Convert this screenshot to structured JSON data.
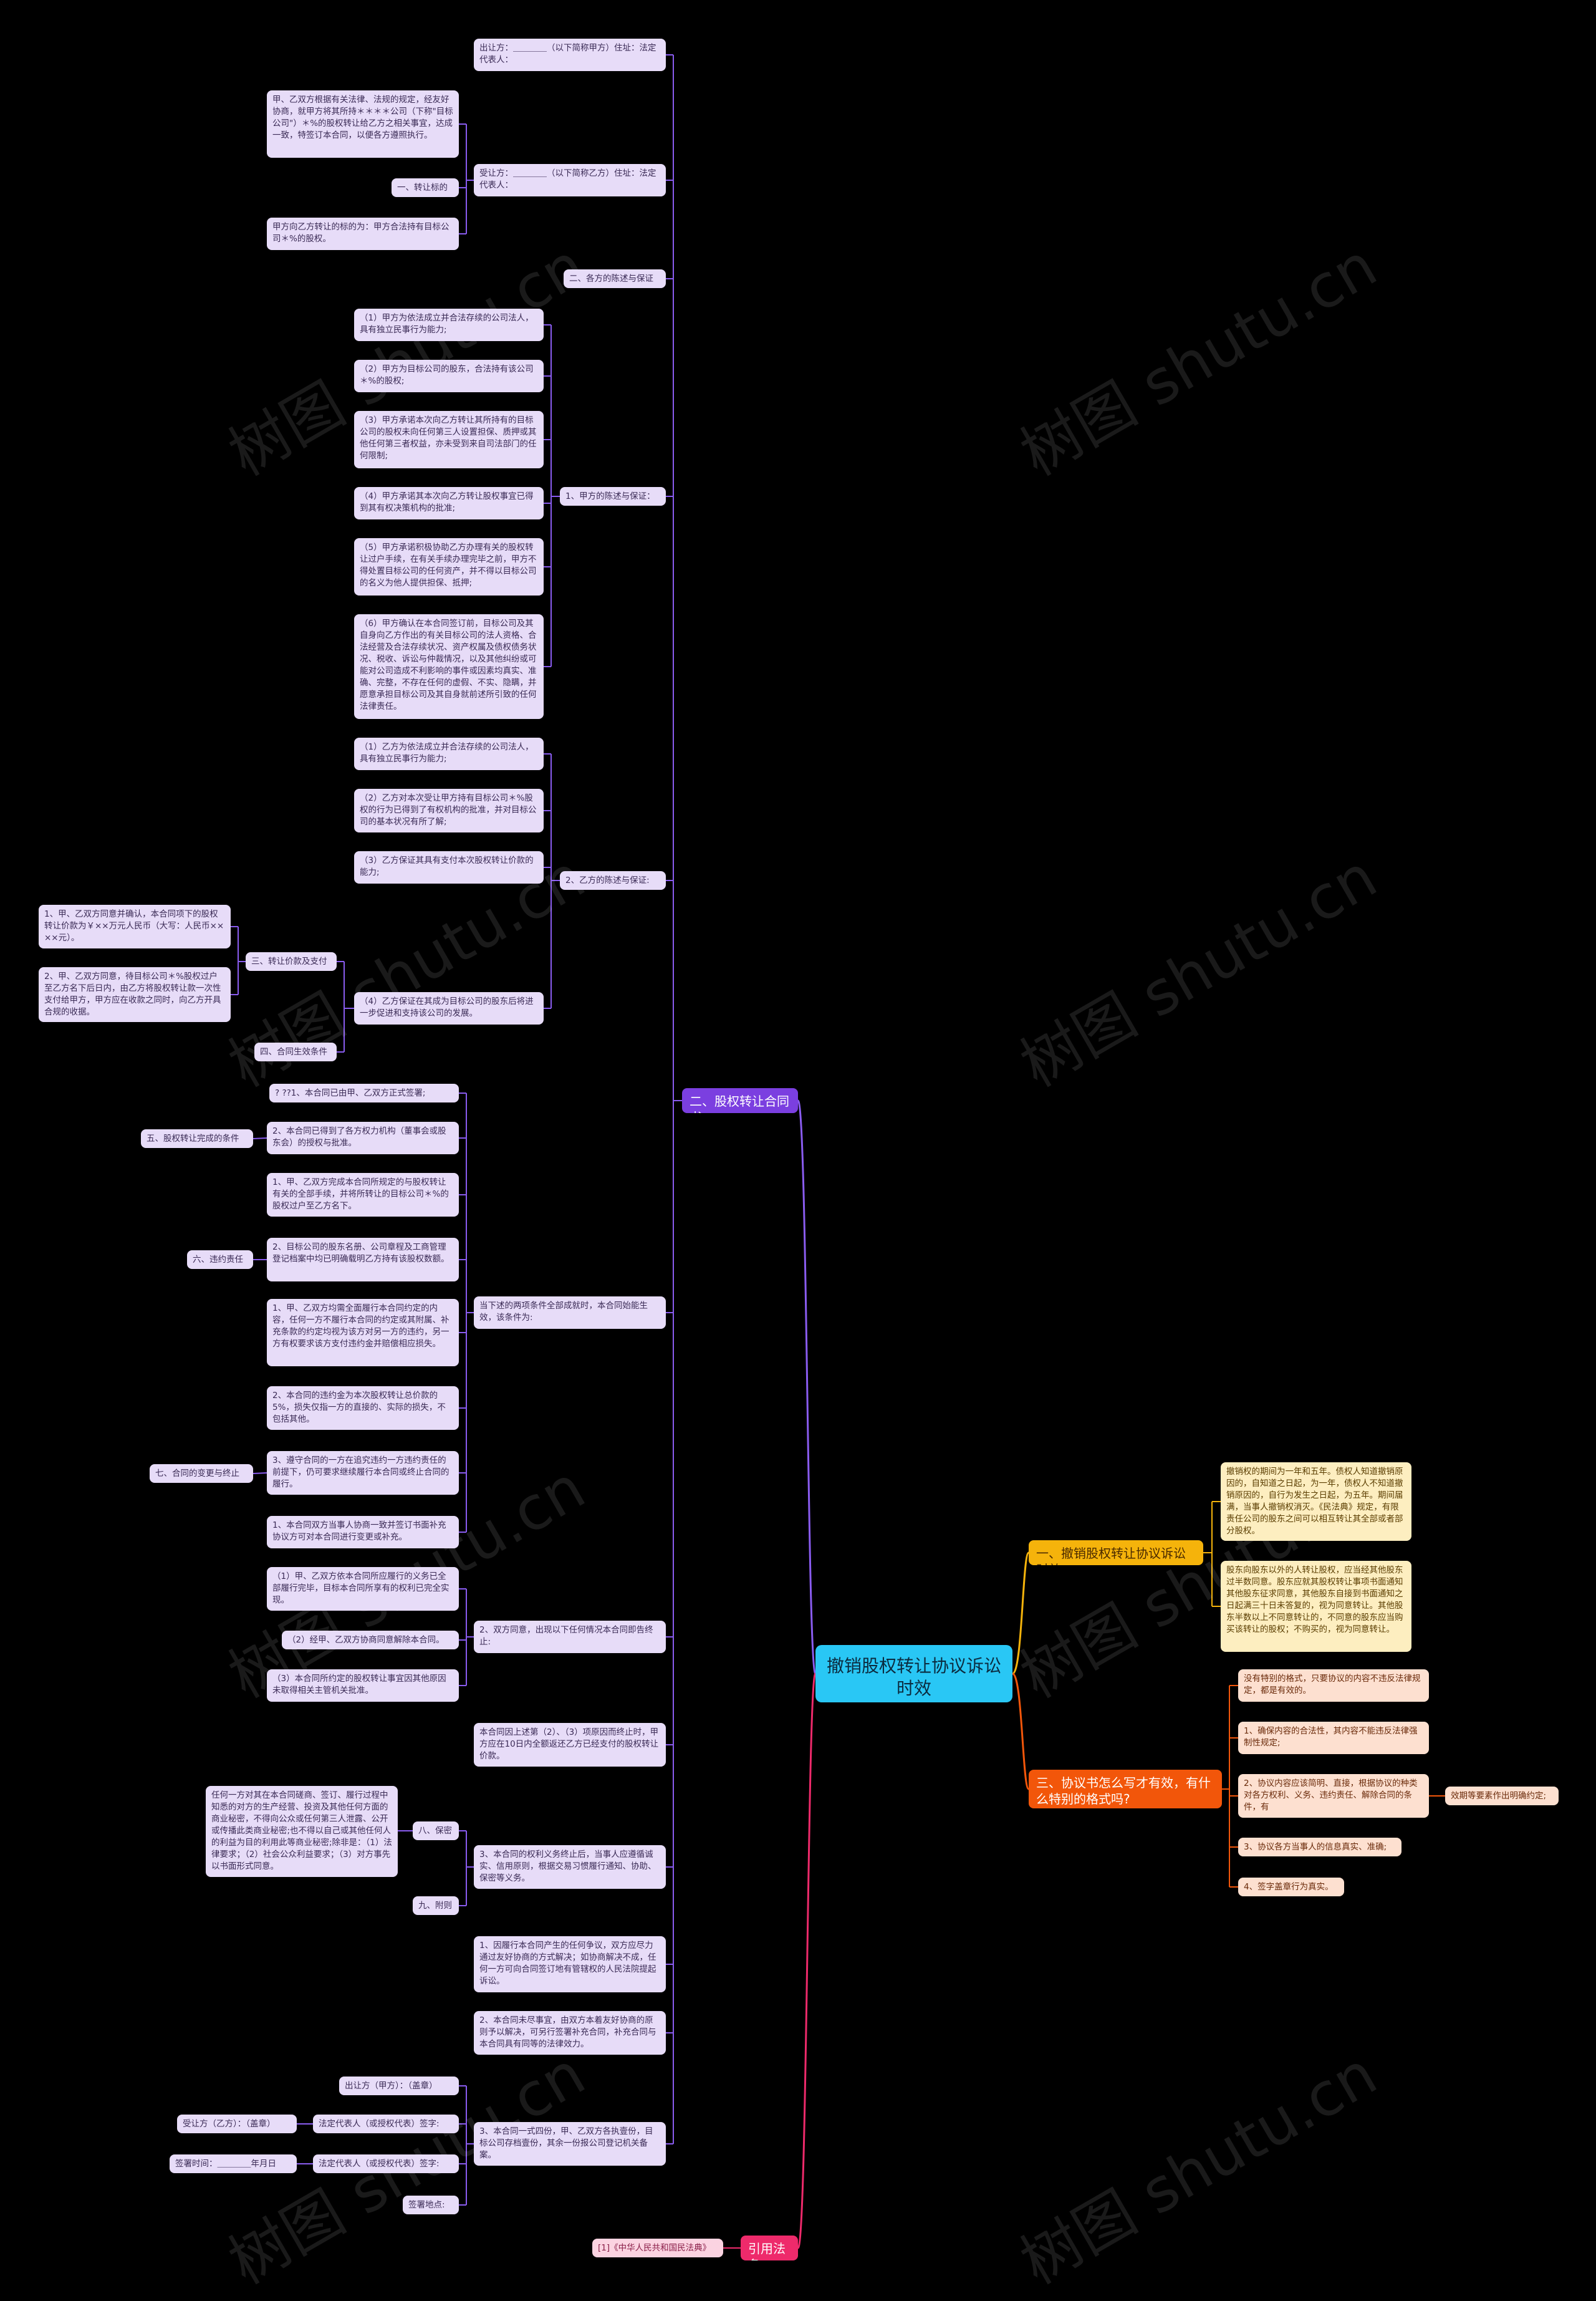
{
  "center": "撤销股权转让协议诉讼时效",
  "watermark": "树图 shutu.cn",
  "b1": "二、股权转让合同书",
  "b2": "引用法条",
  "b3": "一、撤销股权转让协议诉讼时效",
  "b4": "三、协议书怎么写才有效，有什么特别的格式吗?",
  "t1": "出让方：＿＿＿＿（以下简称甲方）住址：法定代表人：",
  "t2": "受让方：＿＿＿＿（以下简称乙方）住址：法定代表人：",
  "t3": "甲、乙双方根据有关法律、法规的规定，经友好协商，就甲方将其所持＊＊＊＊公司（下称\"目标公司\"）＊%的股权转让给乙方之相关事宜，达成一致，特签订本合同，以便各方遵照执行。",
  "t4": "一、转让标的",
  "t5": "甲方向乙方转让的标的为：甲方合法持有目标公司＊%的股权。",
  "t6": "二、各方的陈述与保证",
  "t7": "1、甲方的陈述与保证：",
  "t8": "（1）甲方为依法成立并合法存续的公司法人，具有独立民事行为能力;",
  "t9": "（2）甲方为目标公司的股东，合法持有该公司＊%的股权;",
  "t10": "（3）甲方承诺本次向乙方转让其所持有的目标公司的股权未向任何第三人设置担保、质押或其他任何第三者权益，亦未受到来自司法部门的任何限制;",
  "t11": "（4）甲方承诺其本次向乙方转让股权事宜已得到其有权决策机构的批准;",
  "t12": "（5）甲方承诺积极协助乙方办理有关的股权转让过户手续，在有关手续办理完毕之前，甲方不得处置目标公司的任何资产，并不得以目标公司的名义为他人提供担保、抵押;",
  "t13": "（6）甲方确认在本合同签订前，目标公司及其自身向乙方作出的有关目标公司的法人资格、合法经营及合法存续状况、资产权属及债权债务状况、税收、诉讼与仲裁情况，以及其他纠纷或可能对公司造成不利影响的事件或因素均真实、准确、完整，不存在任何的虚假、不实、隐瞒，并愿意承担目标公司及其自身就前述所引致的任何法律责任。",
  "t14": "2、乙方的陈述与保证:",
  "t15": "（1）乙方为依法成立并合法存续的公司法人，具有独立民事行为能力;",
  "t16": "（2）乙方对本次受让甲方持有目标公司＊%股权的行为已得到了有权机构的批准，并对目标公司的基本状况有所了解;",
  "t17": "（3）乙方保证其具有支付本次股权转让价款的能力;",
  "t18": "（4）乙方保证在其成为目标公司的股东后将进一步促进和支持该公司的发展。",
  "t19": "三、转让价款及支付",
  "t20": "1、甲、乙双方同意并确认，本合同项下的股权转让价款为￥××万元人民币（大写：人民币××××元）。",
  "t21": "2、甲、乙双方同意，待目标公司＊%股权过户至乙方名下后日内，由乙方将股权转让款一次性支付给甲方，甲方应在收款之同时，向乙方开具合规的收据。",
  "t22": "四、合同生效条件",
  "t23": "当下述的两项条件全部成就时，本合同始能生效，该条件为:",
  "t24": "? ??1、本合同已由甲、乙双方正式签署;",
  "t25": "2、本合同已得到了各方权力机构（董事会或股东会）的授权与批准。",
  "t26": "五、股权转让完成的条件",
  "t27": "1、甲、乙双方完成本合同所规定的与股权转让有关的全部手续，并将所转让的目标公司＊%的股权过户至乙方名下。",
  "t28": "2、目标公司的股东名册、公司章程及工商管理登记档案中均已明确载明乙方持有该股权数额。",
  "t29": "六、违约责任",
  "t30": "1、甲、乙双方均需全面履行本合同约定的内容，任何一方不履行本合同的约定或其附属、补充条款的约定均视为该方对另一方的违约，另一方有权要求该方支付违约金并赔偿相应损失。",
  "t31": "2、本合同的违约金为本次股权转让总价款的5%，损失仅指一方的直接的、实际的损失，不包括其他。",
  "t32": "3、遵守合同的一方在追究违约一方违约责任的前提下，仍可要求继续履行本合同或终止合同的履行。",
  "t33": "七、合同的变更与终止",
  "t34": "1、本合同双方当事人协商一致并签订书面补充协议方可对本合同进行变更或补充。",
  "t35": "2、双方同意，出现以下任何情况本合同即告终止:",
  "t36": "（1）甲、乙双方依本合同所应履行的义务已全部履行完毕，目标本合同所享有的权利已完全实现。",
  "t37": "（2）经甲、乙双方协商同意解除本合同。",
  "t38": "（3）本合同所约定的股权转让事宜因其他原因未取得相关主管机关批准。",
  "t39": "本合同因上述第（2）、（3）项原因而终止时，甲方应在10日内全额返还乙方已经支付的股权转让价款。",
  "t40": "3、本合同的权利义务终止后，当事人应遵循诚实、信用原则，根据交易习惯履行通知、协助、保密等义务。",
  "t41": "八、保密",
  "t42": "任何一方对其在本合同磋商、签订、履行过程中知悉的对方的生产经营、投资及其他任何方面的商业秘密，不得向公众或任何第三人泄露、公开或传播此类商业秘密;也不得以自己或其他任何人的利益为目的利用此等商业秘密;除非是：（1）法律要求；（2）社会公众利益要求；（3）对方事先以书面形式同意。",
  "t43": "九、附则",
  "t44": "1、因履行本合同产生的任何争议，双方应尽力通过友好协商的方式解决；如协商解决不成，任何一方可向合同签订地有管辖权的人民法院提起诉讼。",
  "t45": "2、本合同未尽事宜，由双方本着友好协商的原则予以解决，可另行签署补充合同，补充合同与本合同具有同等的法律效力。",
  "t46": "3、本合同一式四份，甲、乙双方各执壹份，目标公司存档壹份，其余一份报公司登记机关备案。",
  "t47": "出让方（甲方）：（盖章）",
  "t48": "法定代表人（或授权代表）签字:",
  "t49": "受让方（乙方）：（盖章）",
  "t50": "法定代表人（或授权代表）签字:",
  "t51": "签署时间：＿＿＿＿年月日",
  "t52": "签署地点:",
  "r1": "[1]《中华人民共和国民法典》",
  "y1": "撤销权的期间为一年和五年。债权人知道撤销原因的，自知道之日起，为一年，债权人不知道撤销原因的，自行为发生之日起，为五年。期间届满，当事人撤销权消灭。《民法典》规定，有限责任公司的股东之间可以相互转让其全部或者部分股权。",
  "y2": "股东向股东以外的人转让股权，应当经其他股东过半数同意。股东应就其股权转让事项书面通知其他股东征求同意，其他股东自接到书面通知之日起满三十日未答复的，视为同意转让。其他股东半数以上不同意转让的，不同意的股东应当购买该转让的股权；不购买的，视为同意转让。",
  "o1": "没有特别的格式，只要协议的内容不违反法律规定，都是有效的。",
  "o2": "1、确保内容的合法性，其内容不能违反法律强制性规定;",
  "o3": "2、协议内容应该简明、直接，根据协议的种类对各方权利、义务、违约责任、解除合同的条件，有",
  "o4": "效期等要素作出明确约定;",
  "o5": "3、协议各方当事人的信息真实、准确;",
  "o6": "4、签字盖章行为真实。"
}
